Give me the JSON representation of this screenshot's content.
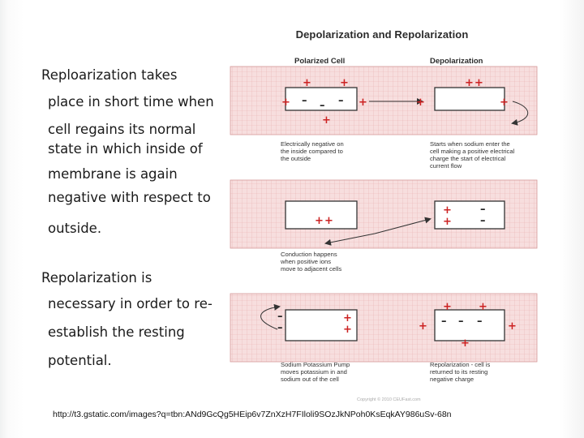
{
  "slide": {
    "bullet1": [
      "Reploarization takes",
      "place in short time when",
      "cell regains its normal",
      "state in which inside of",
      "membrane is again",
      "negative with respect to",
      "outside."
    ],
    "bullet2": [
      "Repolarization is",
      "necessary in order to re-",
      "establish the resting",
      "potential."
    ],
    "source_url": "http://t3.gstatic.com/images?q=tbn:ANd9GcQg5HEip6v7ZnXzH7FIloli9SOzJkNPoh0KsEqkAY986uSv-68n"
  },
  "figure": {
    "title": "Depolarization and Repolarization",
    "col_polarized": "Polarized Cell",
    "col_depolarization": "Depolarization",
    "caption_polarized": [
      "Electrically negative on",
      "the inside compared to",
      "the outside"
    ],
    "caption_depolarization": [
      "Starts when sodium enter the",
      "cell making a positive electrical",
      "charge the start of electrical",
      "current flow"
    ],
    "caption_conduction": [
      "Conduction happens",
      "when positive ions",
      "move to adjacent cells"
    ],
    "caption_pump": [
      "Sodium Potassium Pump",
      "moves potassium in and",
      "sodium out of the cell"
    ],
    "caption_repolarization": [
      "Repolarization - cell is",
      "returned to its resting",
      "negative charge"
    ],
    "copyright": "Copyright © 2010 CEUFast.com",
    "colors": {
      "grid_band": "#f7dede",
      "grid_line": "#e9b3b3",
      "cell_border": "#333333",
      "plus": "#cc2222",
      "minus": "#222222"
    }
  }
}
